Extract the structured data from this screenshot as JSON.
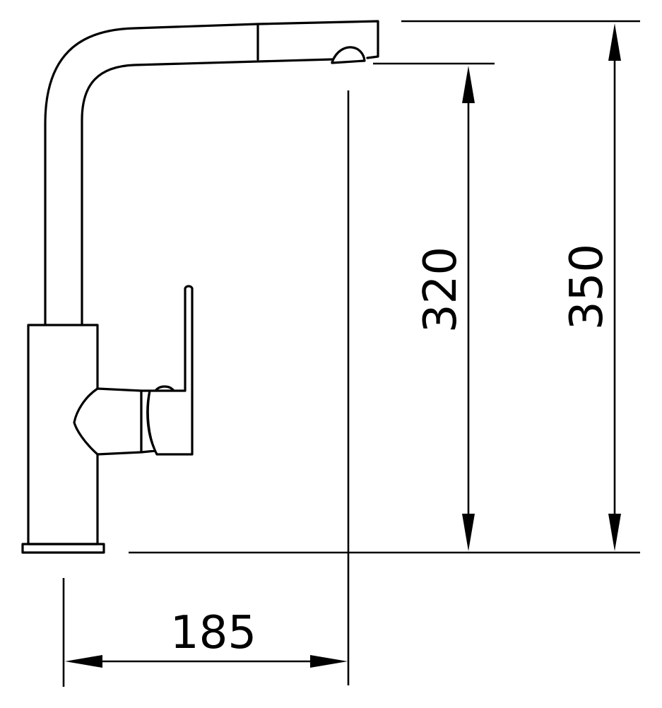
{
  "dimensions": {
    "height_spout_mm": "320",
    "height_total_mm": "350",
    "reach_mm": "185"
  },
  "colors": {
    "line": "#000000",
    "background": "#ffffff"
  }
}
